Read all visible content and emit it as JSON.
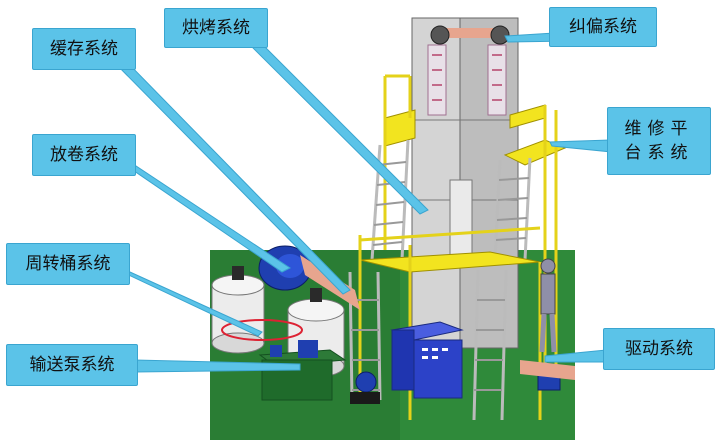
{
  "labels": {
    "baking": "烘烤系统",
    "buffer": "缓存系统",
    "correction": "纠偏系统",
    "platform": "维修平台系统",
    "unwind": "放卷系统",
    "tank": "周转桶系统",
    "pump": "输送泵系统",
    "drive": "驱动系统"
  },
  "colors": {
    "callout": "#5bc3e8",
    "floor": "#2f8a3a",
    "frame": "#f2e41f",
    "tower": "#c9c9c9",
    "motor": "#1f3fb0",
    "cabinet": "#2c42c8",
    "film": "#e7a58e"
  }
}
